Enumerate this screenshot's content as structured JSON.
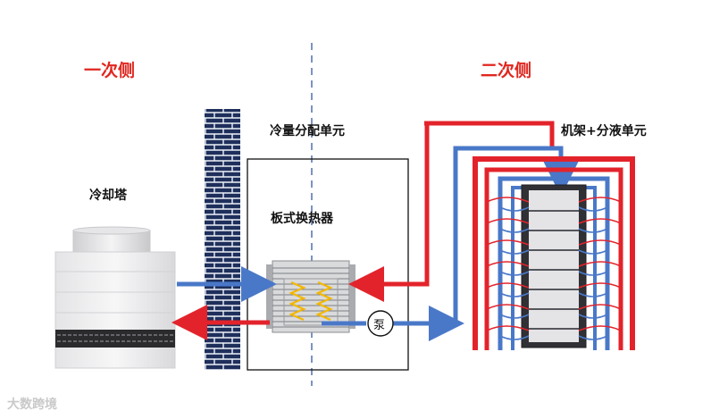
{
  "labels": {
    "primary_side": "一次侧",
    "secondary_side": "二次侧",
    "cdu": "冷量分配单元",
    "rack": "机架+分液单元",
    "cooling_tower": "冷却塔",
    "plate_hx": "板式换热器",
    "pump": "泵"
  },
  "watermark": "大数跨境",
  "colors": {
    "hot_pipe": "#e3232b",
    "cold_pipe": "#4a78c8",
    "brick": "#1f2f5c",
    "side_label": "#e0261f",
    "coil": "#f2b705"
  }
}
